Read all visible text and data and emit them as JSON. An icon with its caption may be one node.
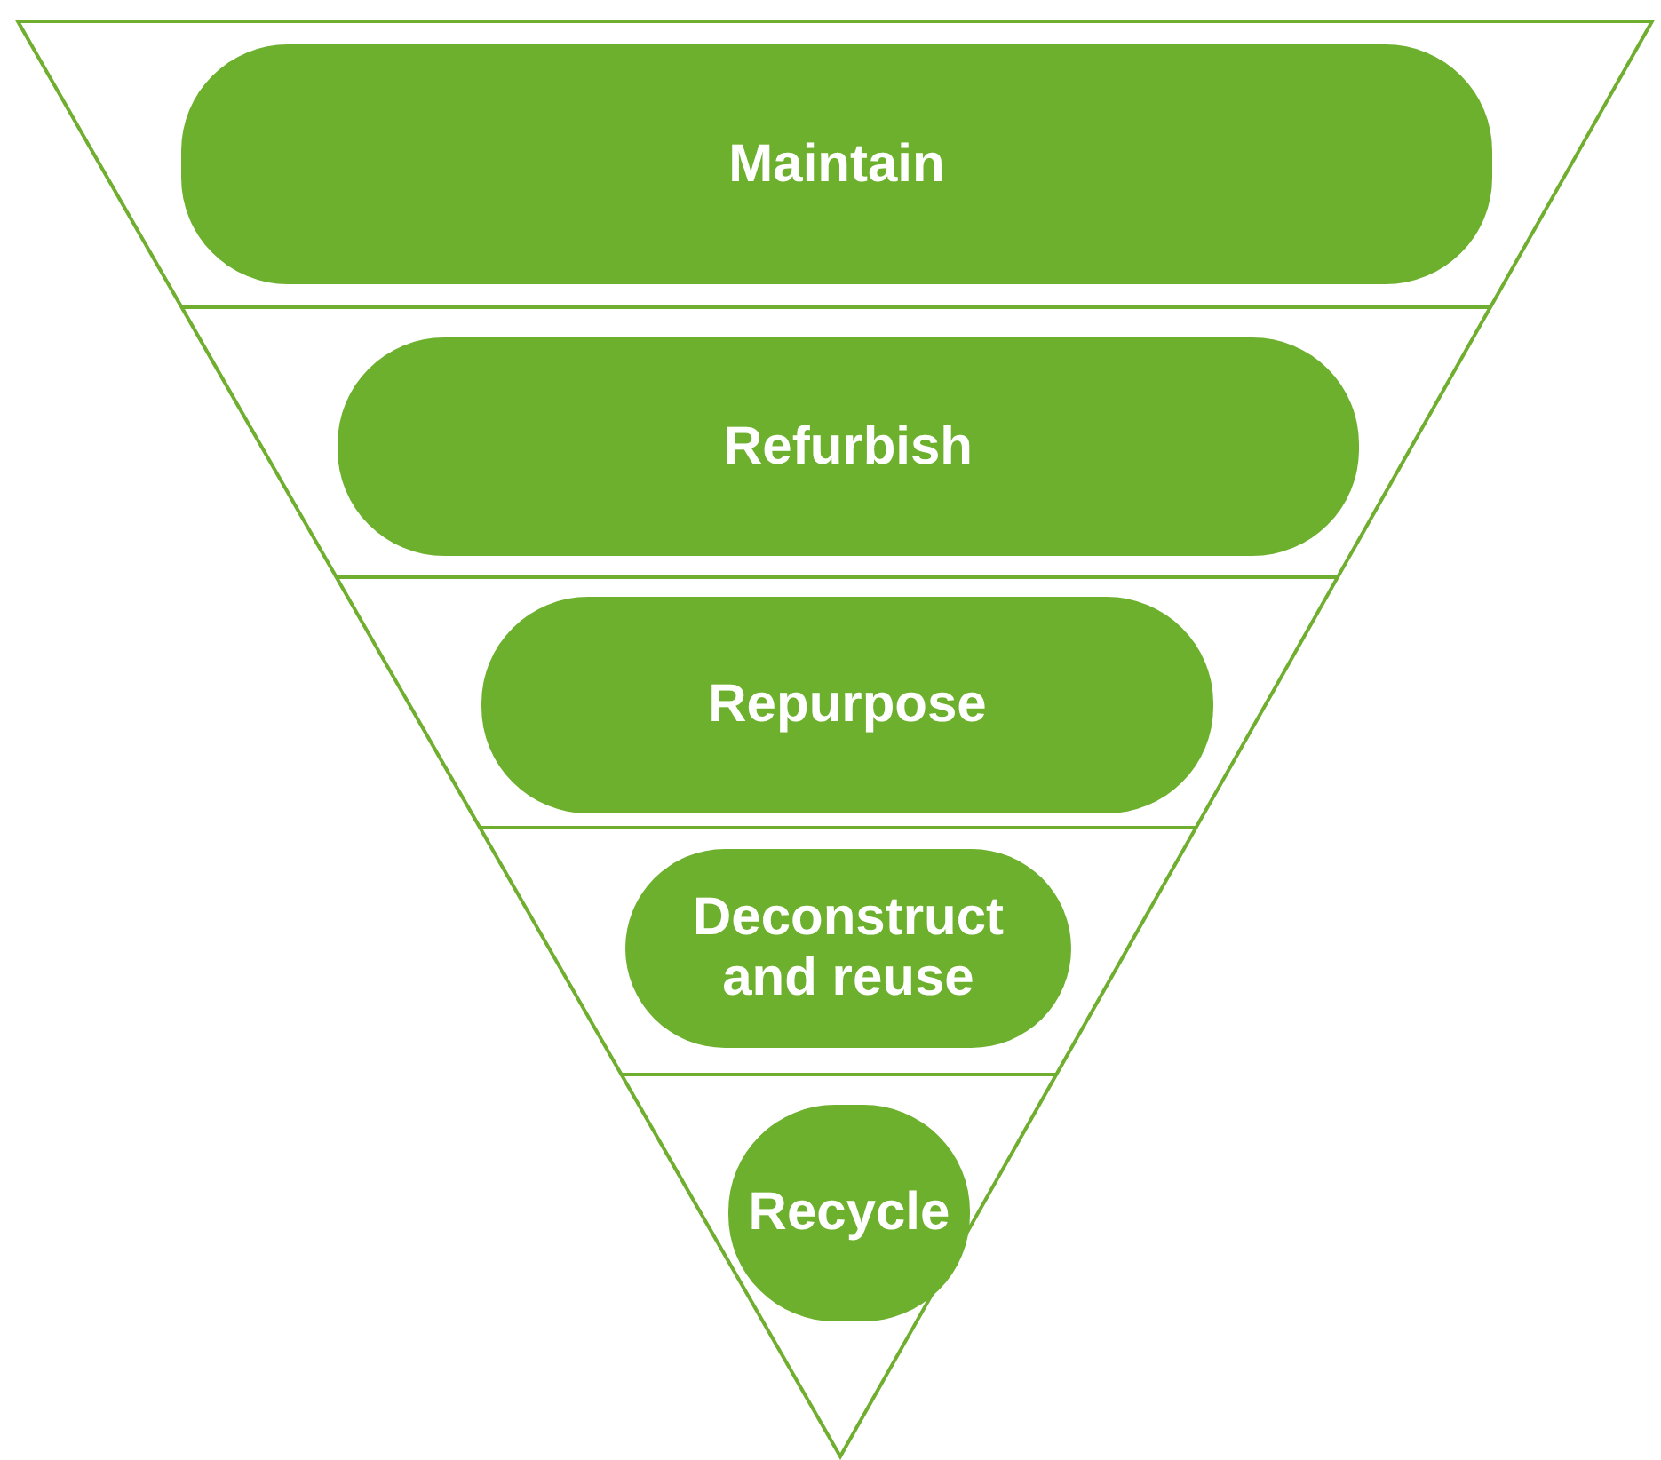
{
  "diagram": {
    "nodes": [
      {
        "text": [
          "Maintain"
        ]
      },
      {
        "text": [
          "Refurbish"
        ]
      },
      {
        "text": [
          "Repurpose"
        ]
      },
      {
        "text": [
          "Deconstruct and reuse"
        ]
      },
      {
        "text": [
          "Recycle"
        ]
      }
    ]
  }
}
